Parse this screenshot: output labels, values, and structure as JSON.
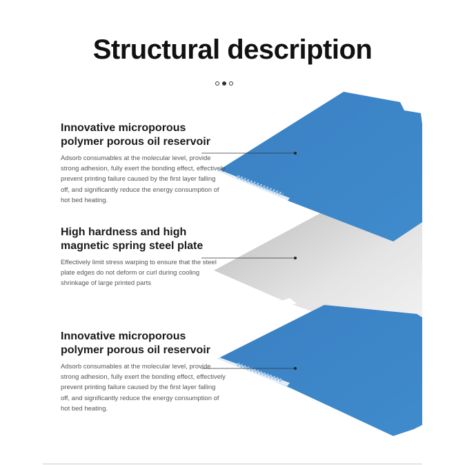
{
  "title": "Structural description",
  "carousel": {
    "count": 3,
    "active_index": 1
  },
  "layers": [
    {
      "heading_line1": "Innovative microporous",
      "heading_line2": "polymer porous oil reservoir",
      "description": "Adsorb consumables at the molecular level, provide strong adhesion, fully exert the bonding effect, effectively prevent printing failure caused by the first layer falling off, and significantly reduce the energy consumption of hot bed heating.",
      "surface_color": "#3c87c9"
    },
    {
      "heading_line1": "High hardness and high",
      "heading_line2": "magnetic spring steel plate",
      "description": "Effectively limit stress warping to ensure that the steel plate edges do not deform or curl during cooling shrinkage of large printed parts",
      "surface_color": "#d6d6d6"
    },
    {
      "heading_line1": "Innovative microporous",
      "heading_line2": "polymer porous oil reservoir",
      "description": "Adsorb consumables at the molecular level, provide strong adhesion, fully exert the bonding effect, effectively prevent printing failure caused by the first layer falling off, and significantly reduce the energy consumption of hot bed heating.",
      "surface_color": "#3c87c9"
    }
  ]
}
